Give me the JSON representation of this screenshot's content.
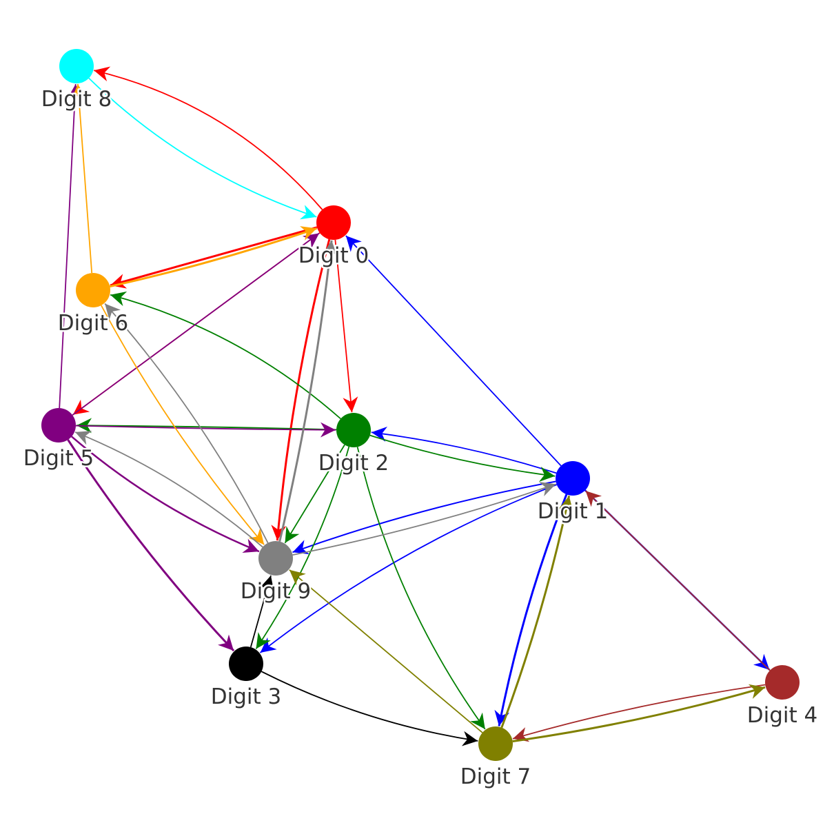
{
  "graph": {
    "type": "directed-graph",
    "nodes": [
      {
        "id": "0",
        "label": "Digit 0",
        "color": "#ff0000"
      },
      {
        "id": "1",
        "label": "Digit 1",
        "color": "#0000ff"
      },
      {
        "id": "2",
        "label": "Digit 2",
        "color": "#008000"
      },
      {
        "id": "3",
        "label": "Digit 3",
        "color": "#000000"
      },
      {
        "id": "4",
        "label": "Digit 4",
        "color": "#a52a2a"
      },
      {
        "id": "5",
        "label": "Digit 5",
        "color": "#800080"
      },
      {
        "id": "6",
        "label": "Digit 6",
        "color": "#ffa500"
      },
      {
        "id": "7",
        "label": "Digit 7",
        "color": "#808000"
      },
      {
        "id": "8",
        "label": "Digit 8",
        "color": "#00ffff"
      },
      {
        "id": "9",
        "label": "Digit 9",
        "color": "#808080"
      }
    ],
    "edges": [
      {
        "source": "0",
        "target": "8"
      },
      {
        "source": "0",
        "target": "6"
      },
      {
        "source": "0",
        "target": "5"
      },
      {
        "source": "0",
        "target": "2"
      },
      {
        "source": "0",
        "target": "9"
      },
      {
        "source": "1",
        "target": "0"
      },
      {
        "source": "1",
        "target": "2"
      },
      {
        "source": "1",
        "target": "9"
      },
      {
        "source": "1",
        "target": "3"
      },
      {
        "source": "1",
        "target": "7"
      },
      {
        "source": "1",
        "target": "4"
      },
      {
        "source": "2",
        "target": "6"
      },
      {
        "source": "2",
        "target": "5"
      },
      {
        "source": "2",
        "target": "1"
      },
      {
        "source": "2",
        "target": "7"
      },
      {
        "source": "2",
        "target": "9"
      },
      {
        "source": "2",
        "target": "3"
      },
      {
        "source": "3",
        "target": "9"
      },
      {
        "source": "3",
        "target": "7"
      },
      {
        "source": "4",
        "target": "1"
      },
      {
        "source": "4",
        "target": "7"
      },
      {
        "source": "5",
        "target": "0"
      },
      {
        "source": "5",
        "target": "2"
      },
      {
        "source": "5",
        "target": "9"
      },
      {
        "source": "5",
        "target": "3"
      },
      {
        "source": "5",
        "target": "8"
      },
      {
        "source": "6",
        "target": "0"
      },
      {
        "source": "6",
        "target": "9"
      },
      {
        "source": "6",
        "target": "8"
      },
      {
        "source": "7",
        "target": "1"
      },
      {
        "source": "7",
        "target": "4"
      },
      {
        "source": "7",
        "target": "9"
      },
      {
        "source": "8",
        "target": "0"
      },
      {
        "source": "9",
        "target": "0"
      },
      {
        "source": "9",
        "target": "5"
      },
      {
        "source": "9",
        "target": "1"
      },
      {
        "source": "9",
        "target": "6"
      }
    ]
  }
}
